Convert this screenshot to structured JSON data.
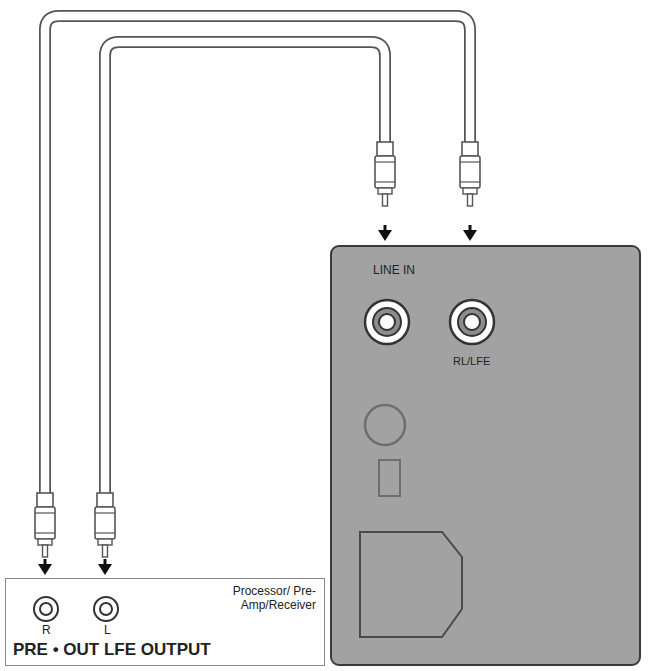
{
  "diagram": {
    "nodes": [
      {
        "text": [
          "LINE IN",
          "RL/LFE"
        ]
      },
      {
        "text": [
          "R",
          "L",
          "Processor/ Pre-Amp/Receiver",
          "PRE • OUT LFE OUTPUT"
        ]
      }
    ],
    "edges": [
      {
        "from": 1,
        "to": 0,
        "arrow": "both"
      },
      {
        "from": 1,
        "to": 0,
        "arrow": "both"
      }
    ]
  }
}
